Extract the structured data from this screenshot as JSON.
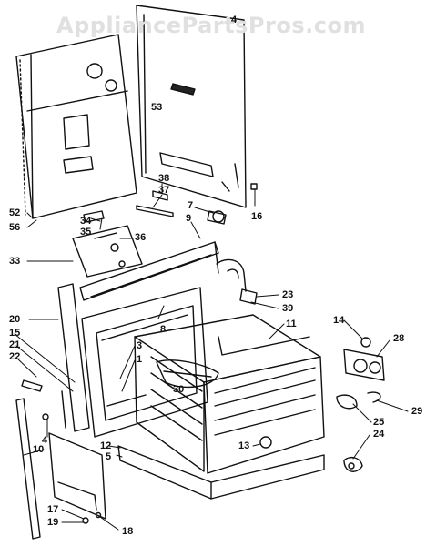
{
  "watermark": "AppliancePartsPros.com",
  "callouts": {
    "c4": "4",
    "c53": "53",
    "c52": "52",
    "c56": "56",
    "c33": "33",
    "c38": "38",
    "c37": "37",
    "c7": "7",
    "c9": "9",
    "c16": "16",
    "c34": "34",
    "c35": "35",
    "c36": "36",
    "c20": "20",
    "c15": "15",
    "c21": "21",
    "c22": "22",
    "c8": "8",
    "c3": "3",
    "c1": "1",
    "c23": "23",
    "c39": "39",
    "c11": "11",
    "c14": "14",
    "c28": "28",
    "c30": "30",
    "c29": "29",
    "c25": "25",
    "c24": "24",
    "c13": "13",
    "c4b": "4",
    "c10": "10",
    "c12": "12",
    "c5": "5",
    "c17": "17",
    "c19": "19",
    "c18": "18"
  }
}
